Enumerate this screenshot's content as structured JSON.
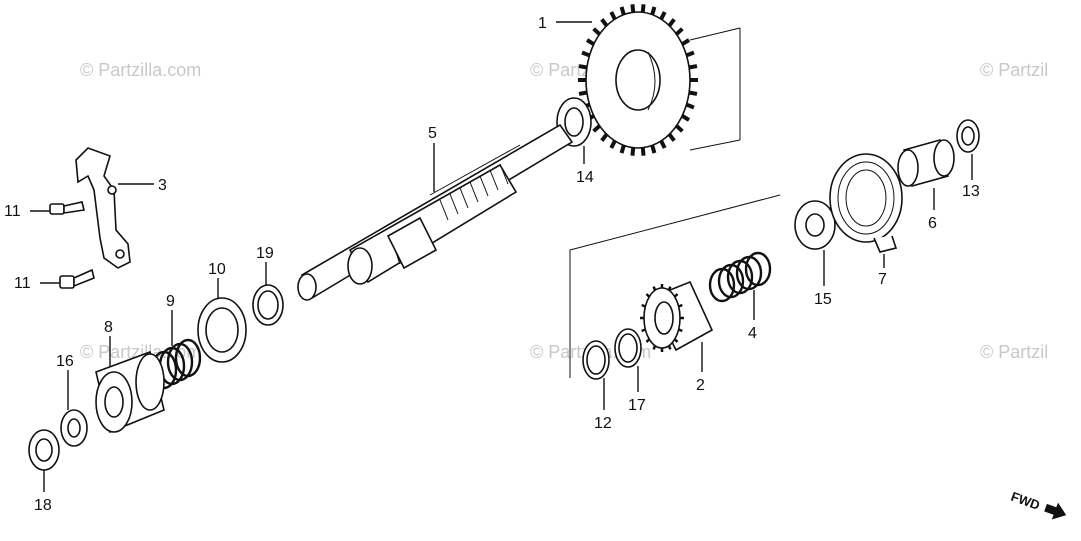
{
  "watermarks": [
    "© Partzilla.com",
    "© Partzilla.com",
    "© Partzil",
    "© Partzilla.com",
    "© Partzilla.com",
    "© Partzil"
  ],
  "callouts": {
    "p1": "1",
    "p2": "2",
    "p3": "3",
    "p4": "4",
    "p5": "5",
    "p6": "6",
    "p7": "7",
    "p8": "8",
    "p9": "9",
    "p10": "10",
    "p11a": "11",
    "p11b": "11",
    "p12": "12",
    "p13": "13",
    "p14": "14",
    "p15": "15",
    "p16": "16",
    "p17": "17",
    "p18": "18",
    "p19": "19"
  },
  "fwd_label": "FWD"
}
